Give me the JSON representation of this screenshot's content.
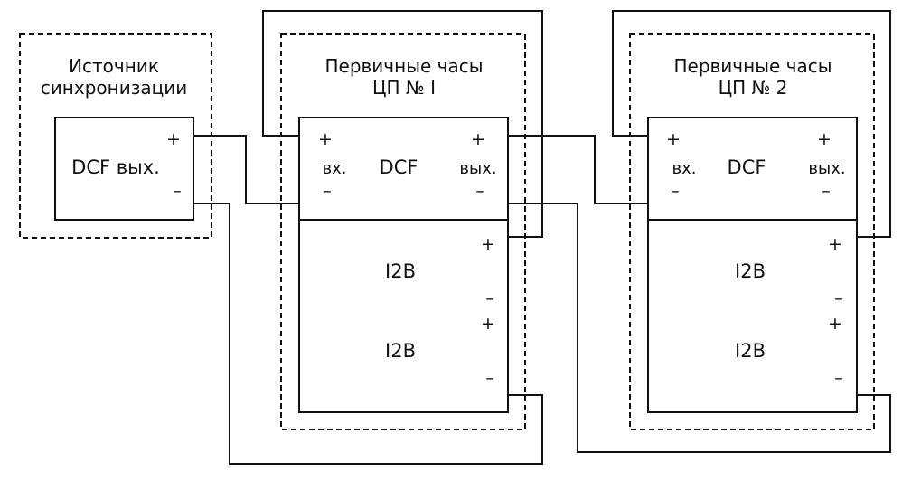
{
  "source": {
    "title_line1": "Источник",
    "title_line2": "синхронизации",
    "output_label": "DCF вых.",
    "plus": "+",
    "minus": "–"
  },
  "clock1": {
    "title_line1": "Первичные часы",
    "title_line2": "ЦП № I",
    "dcf_label": "DCF",
    "in_label": "вх.",
    "out_label": "вых.",
    "plus": "+",
    "minus": "–",
    "power_a": "I2В",
    "power_b": "I2В"
  },
  "clock2": {
    "title_line1": "Первичные часы",
    "title_line2": "ЦП № 2",
    "dcf_label": "DCF",
    "in_label": "вх.",
    "out_label": "вых.",
    "plus": "+",
    "minus": "–",
    "power_a": "I2В",
    "power_b": "I2В"
  }
}
